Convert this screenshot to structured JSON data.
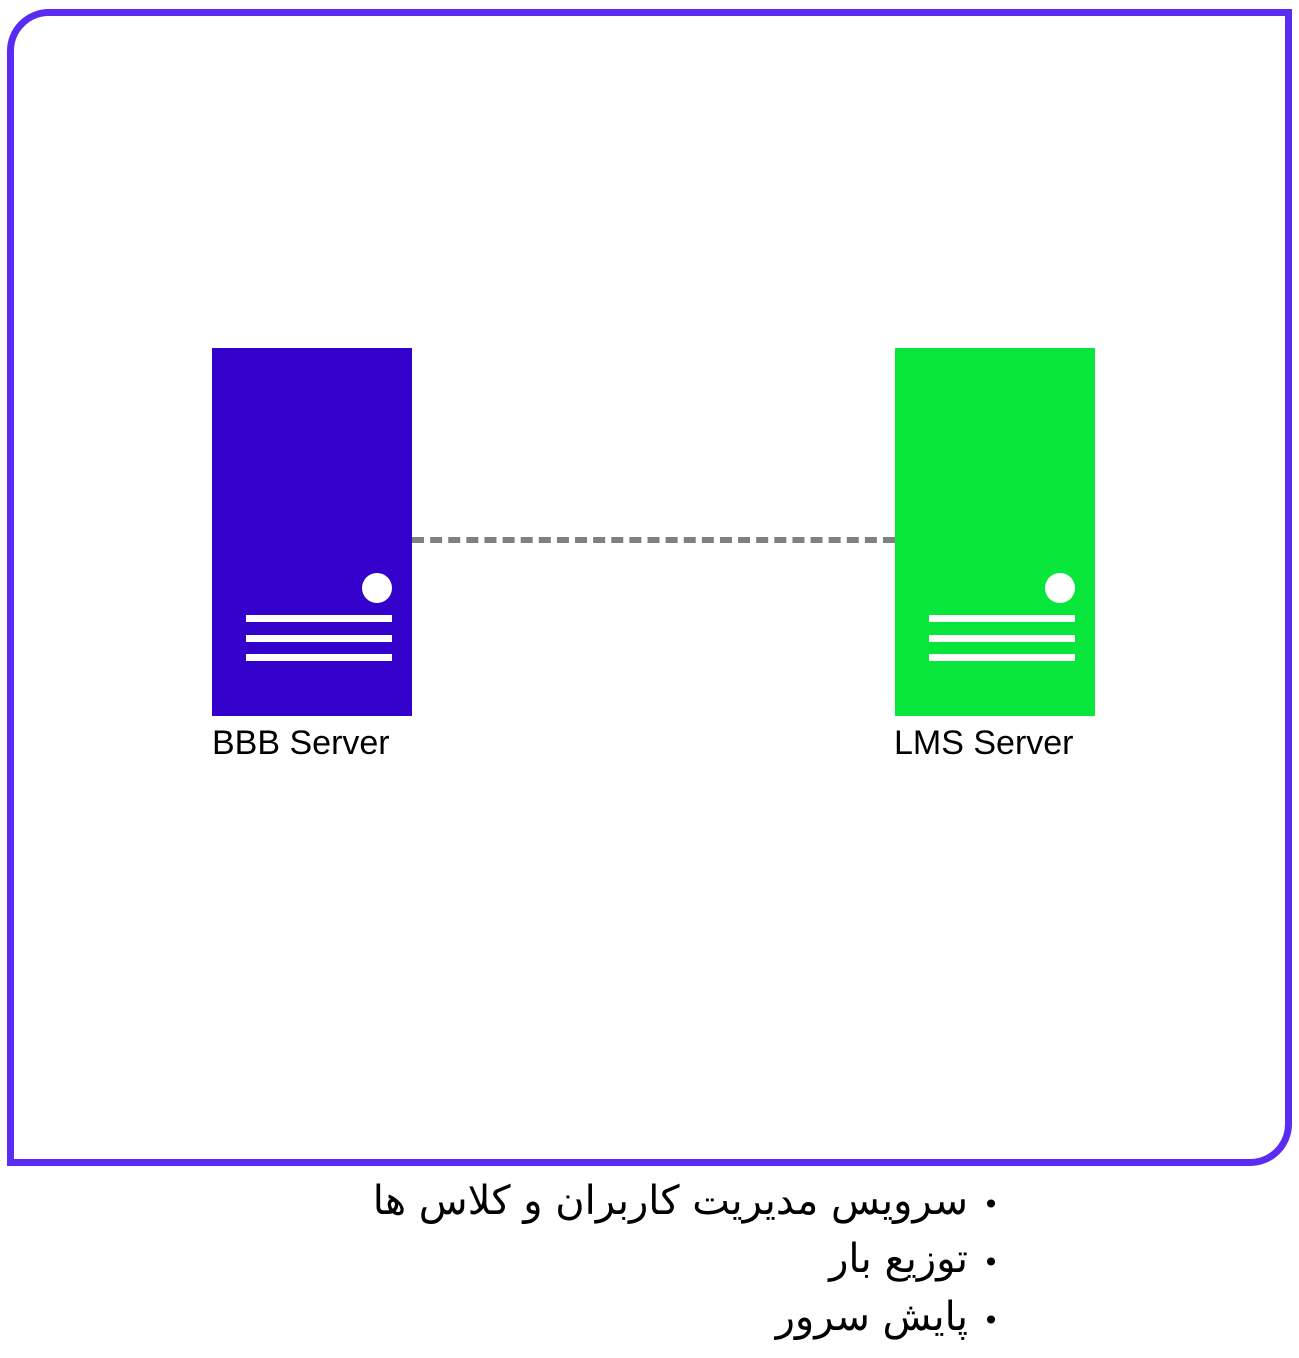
{
  "diagram": {
    "frame_color": "#5a2cf2",
    "link_style": "dashed",
    "link_color": "#808080",
    "servers": [
      {
        "label": "BBB Server",
        "color": "#3300cc",
        "icon": "server-icon"
      },
      {
        "label": "LMS Server",
        "color": "#08e63c",
        "icon": "server-icon"
      }
    ]
  },
  "features": {
    "bullet": "•",
    "items": [
      "سرویس مدیریت کاربران و کلاس ها",
      "توزیع بار",
      "پایش سرور"
    ]
  }
}
